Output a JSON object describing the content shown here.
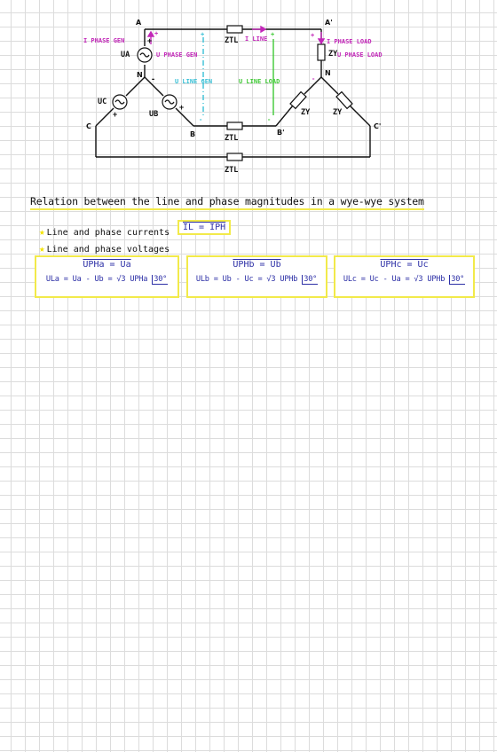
{
  "nodes": {
    "A": "A",
    "A_prime": "A'",
    "N_gen": "N",
    "N_load": "N",
    "B": "B",
    "B_prime": "B'",
    "C": "C",
    "C_prime": "C'"
  },
  "labels": {
    "i_phase_gen": "I PHASE GEN",
    "ua": "UA",
    "u_phase_gen": "U PHASE GEN",
    "uc": "UC",
    "ub": "UB",
    "z_tl_top": "ZTL",
    "i_line": "I LINE",
    "z_tl_mid": "ZTL",
    "z_tl_bottom": "ZTL",
    "u_line_gen": "U LINE GEN",
    "u_line_load": "U LINE LOAD",
    "i_phase_load": "I PHASE LOAD",
    "zy_top": "ZY",
    "u_phase_load": "U PHASE LOAD",
    "zy_left": "ZY",
    "zy_right": "ZY",
    "plus": "+",
    "minus": "-"
  },
  "colors": {
    "wire": "#111111",
    "magenta": "#c226b8",
    "cyan": "#39c0d6",
    "green": "#3fc935",
    "blue": "#2c2fa6",
    "highlight": "#f2ea4a",
    "star": "#f5e400"
  },
  "section": {
    "title": "Relation between the line and phase magnitudes in a wye-wye system",
    "bullet1": "Line and phase currents",
    "bullet2": "Line and phase voltages",
    "current_eq": "IL = IPH"
  },
  "equations": {
    "a": {
      "phase": "UPHa = Ua",
      "line": "ULa = Ua - Ub = √3 UPHa ",
      "angle": "30°"
    },
    "b": {
      "phase": "UPHb = Ub",
      "line": "ULb = Ub - Uc = √3 UPHb ",
      "angle": "30°"
    },
    "c": {
      "phase": "UPHc = Uc",
      "line": "ULc = Uc - Ua = √3 UPHb ",
      "angle": "30°"
    }
  }
}
